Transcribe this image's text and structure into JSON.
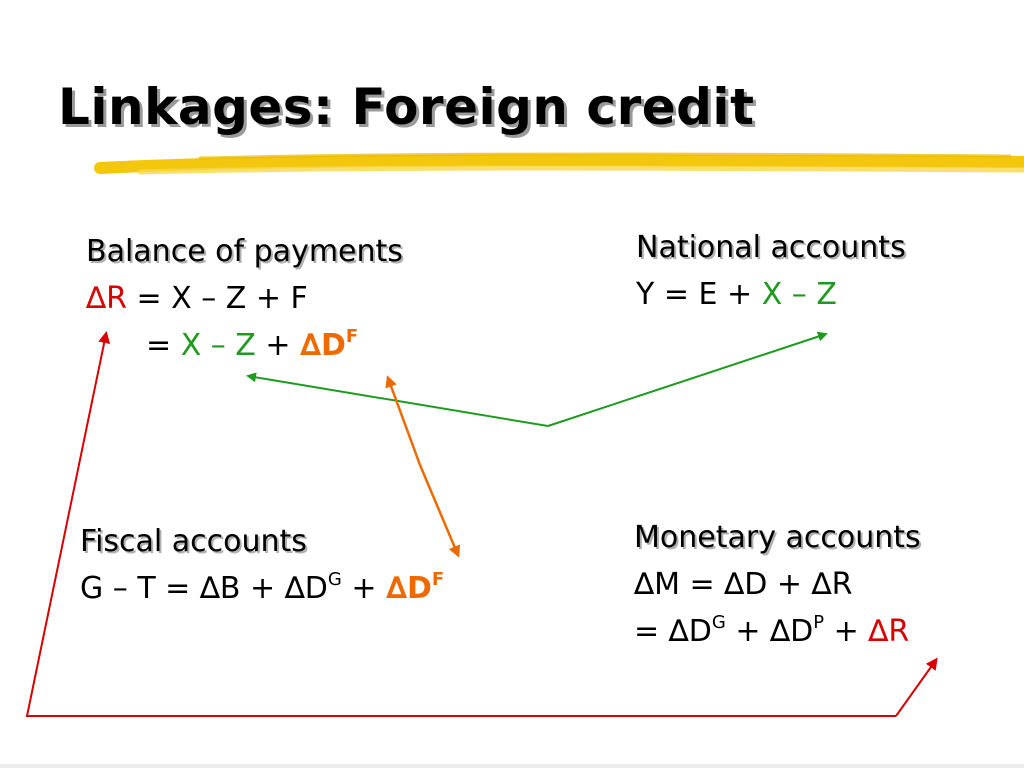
{
  "slide": {
    "title": "Linkages: Foreign credit"
  },
  "colors": {
    "highlight_stroke": "#f2c400",
    "green": "#1e9b1e",
    "red": "#d80000",
    "orange": "#ee6a00"
  },
  "balance_of_payments": {
    "heading": "Balance of payments",
    "line1": {
      "delta": "∆",
      "r": "R",
      "rest": " = X – Z + F"
    },
    "line2": {
      "eq": "= ",
      "xz": "X – Z",
      "plus": " + ",
      "delta": "∆",
      "d": "D",
      "sup": "F"
    }
  },
  "national_accounts": {
    "heading": "National accounts",
    "line1": {
      "lhs": "Y = E + ",
      "xz": "X – Z"
    }
  },
  "fiscal_accounts": {
    "heading": "Fiscal accounts",
    "line1": {
      "lhs": "G – T = ∆B + ∆D",
      "sup_g": "G",
      "plus": " + ",
      "delta": "∆",
      "d": "D",
      "sup_f": "F"
    }
  },
  "monetary_accounts": {
    "heading": "Monetary accounts",
    "line1": "∆M = ∆D + ∆R",
    "line2": {
      "eq": "= ∆D",
      "sup_g": "G",
      "mid": " + ∆D",
      "sup_p": "P",
      "plus": " + ",
      "delta": "∆",
      "r": "R"
    }
  },
  "links": [
    {
      "name": "link-national-to-bop",
      "color_key": "green"
    },
    {
      "name": "link-bop-to-fiscal",
      "color_key": "orange"
    },
    {
      "name": "link-monetary-to-bop",
      "color_key": "red"
    }
  ]
}
